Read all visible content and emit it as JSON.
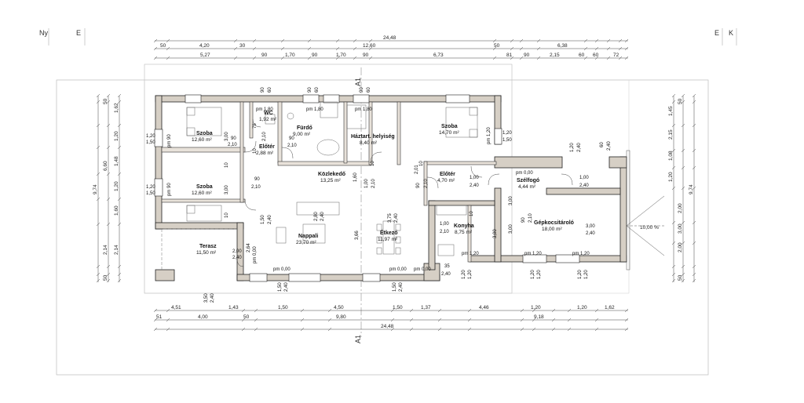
{
  "corner_labels": {
    "top_left_1": "Ny",
    "top_left_2": "E",
    "top_right_1": "E",
    "top_right_2": "K"
  },
  "axis": {
    "top": "A1",
    "bottom": "A1"
  },
  "top_dims": {
    "total": "24,48",
    "row1": [
      "50",
      "4,20",
      "30",
      "12,60",
      "50",
      "6,38"
    ],
    "row2": [
      "5,27",
      "90",
      "1,70",
      "90",
      "1,70",
      "90",
      "6,73",
      "81",
      "90",
      "2,15",
      "60",
      "60",
      "72"
    ]
  },
  "bottom_dims": {
    "row1": [
      "4,51",
      "1,43",
      "1,50",
      "4,50",
      "1,50",
      "1,37",
      "4,46",
      "1,20",
      "1,20",
      "1,62"
    ],
    "row2": [
      "51",
      "4,00",
      "50",
      "9,80",
      "9,18"
    ],
    "total": "24,48"
  },
  "left_dims": {
    "outer": [
      "50",
      "9,74",
      "50"
    ],
    "inner": [
      "1,62",
      "1,20",
      "1,48",
      "1,20",
      "1,60",
      "2,14"
    ],
    "overall": "6,60",
    "lower": "2,14"
  },
  "right_dims": {
    "outer": [
      "50",
      "9,74",
      "50"
    ],
    "inner": [
      "1,45",
      "2,15",
      "1,08",
      "1,20",
      "2,00",
      "3,00",
      "2,00"
    ],
    "slope": "10,00 %"
  },
  "rooms": [
    {
      "name": "Szoba",
      "area": "12,60 m²"
    },
    {
      "name": "WC",
      "area": "1,92 m²"
    },
    {
      "name": "Fürdő",
      "area": "9,00 m²"
    },
    {
      "name": "Előtér",
      "area": "2,88 m²"
    },
    {
      "name": "Háztart. helyiség",
      "area": "8,40 m²"
    },
    {
      "name": "Szoba",
      "area": "14,70 m²"
    },
    {
      "name": "Szoba",
      "area": "12,60 m²"
    },
    {
      "name": "Közlekedő",
      "area": "13,25 m²"
    },
    {
      "name": "Előtér",
      "area": "4,70 m²"
    },
    {
      "name": "Szélfogó",
      "area": "4,44 m²"
    },
    {
      "name": "Nappali",
      "area": "23,70 m²"
    },
    {
      "name": "Étkező",
      "area": "11,97 m²"
    },
    {
      "name": "Konyha",
      "area": "8,75 m²"
    },
    {
      "name": "Gépkocsitároló",
      "area": "18,00 m²"
    },
    {
      "name": "Terasz",
      "area": "11,50 m²"
    }
  ],
  "pm_labels": [
    "pm 1,80",
    "pm 1,80",
    "pm 1,80",
    "pm 90",
    "pm 90",
    "pm 0,00",
    "pm 0,00",
    "pm 0,00",
    "pm 0,00",
    "pm 1,20",
    "pm 1,20",
    "pm 1,20",
    "pm 1,20",
    "pm 0,00"
  ],
  "openings": [
    "1,20",
    "1,50",
    "1,20",
    "1,50",
    "90",
    "2,10",
    "90",
    "2,10",
    "90",
    "2,10",
    "1,50",
    "2,40",
    "2,00",
    "2,40",
    "2,80",
    "2,40",
    "3,75",
    "2,40",
    "1,00",
    "2,10",
    "1,00",
    "2,40",
    "1,00",
    "2,40",
    "3,00",
    "2,40",
    "1,20",
    "1,50",
    "1,20",
    "2,40",
    "60",
    "2,40",
    "90",
    "2,10",
    "1,50",
    "2,40",
    "1,50",
    "2,40",
    "3,50",
    "2,40",
    "1,20",
    "1,20",
    "1,20",
    "1,20",
    "1,20",
    "1,20",
    "35",
    "2,40",
    "90",
    "60",
    "90",
    "60",
    "90",
    "60",
    "75",
    "2,10",
    "90",
    "2,10",
    "1,00",
    "2,10"
  ],
  "wall_labels": [
    "3,00",
    "3,00",
    "3,00",
    "3,00",
    "3,66",
    "3,00",
    "2,64",
    "1,60",
    "2,01",
    "10",
    "10",
    "10",
    "10",
    "10",
    "10"
  ]
}
